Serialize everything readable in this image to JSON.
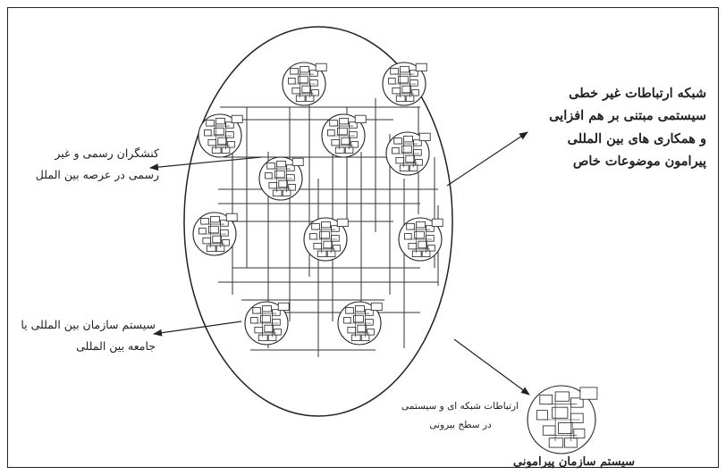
{
  "diagram": {
    "label_network": [
      "شبکه ارتباطات غیر خطی",
      "سیستمی مبتنی بر هم افزایی",
      "و همکاری های بین المللی",
      "پیرامون موضوعات خاص"
    ],
    "label_actors": [
      "کنشگران رسمی و غیر",
      "رسمی در عرصه بین الملل"
    ],
    "label_system": [
      "سیستم سازمان بین المللی یا",
      "جامعه بین المللی"
    ],
    "label_external": [
      "ارتباطات شبکه ای و سیستمی",
      "در سطح بیرونی"
    ],
    "label_peripheral": "سیستم سازمان پیرامونی",
    "colors": {
      "stroke": "#222222",
      "background": "#ffffff"
    }
  }
}
